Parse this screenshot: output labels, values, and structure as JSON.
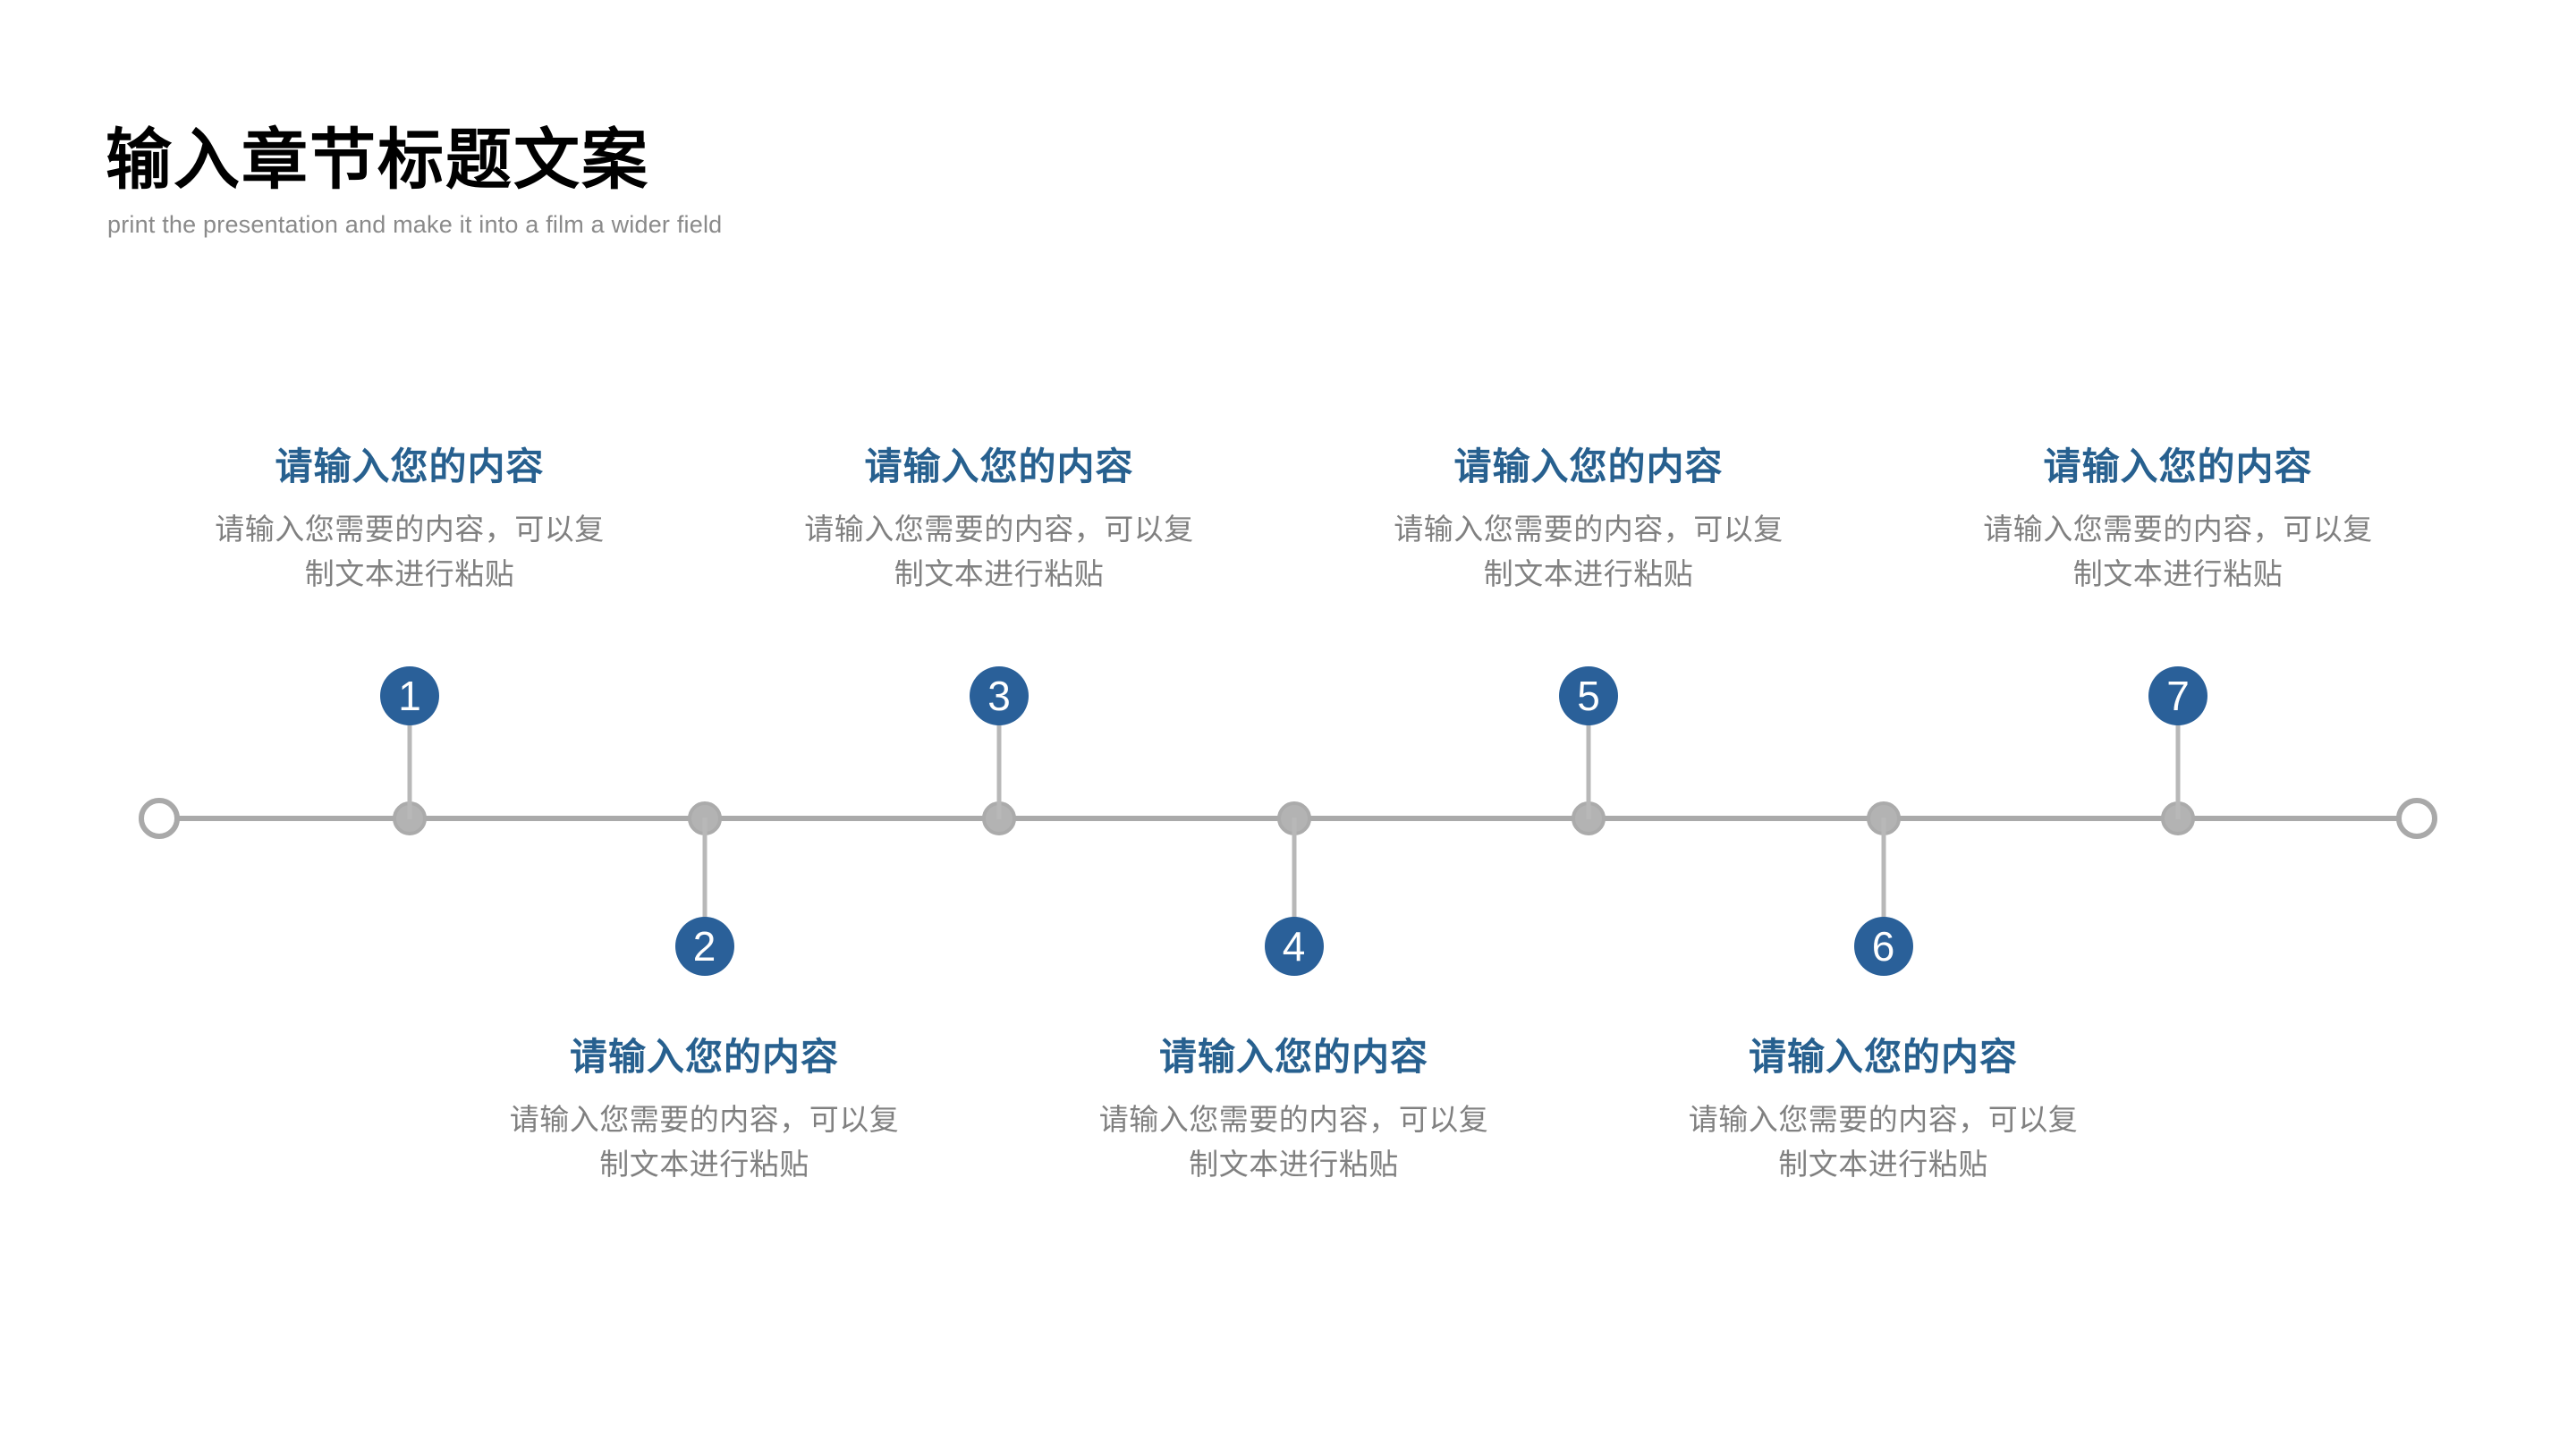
{
  "header": {
    "title": "输入章节标题文案",
    "subtitle": "print the presentation and make it into a film a wider field"
  },
  "colors": {
    "accent_blue": "#2A6099",
    "heading_blue": "#27608F",
    "body_gray": "#808080",
    "line_gray": "#AAAAAA",
    "node_gray": "#B3B3B3",
    "title_black": "#000000",
    "background": "#FFFFFF"
  },
  "timeline": {
    "endpoint_left_label": "timeline-start",
    "endpoint_right_label": "timeline-end",
    "nodes": [
      {
        "number": "1",
        "position": "above",
        "heading": "请输入您的内容",
        "body": "请输入您需要的内容，可以复制文本进行粘贴"
      },
      {
        "number": "2",
        "position": "below",
        "heading": "请输入您的内容",
        "body": "请输入您需要的内容，可以复制文本进行粘贴"
      },
      {
        "number": "3",
        "position": "above",
        "heading": "请输入您的内容",
        "body": "请输入您需要的内容，可以复制文本进行粘贴"
      },
      {
        "number": "4",
        "position": "below",
        "heading": "请输入您的内容",
        "body": "请输入您需要的内容，可以复制文本进行粘贴"
      },
      {
        "number": "5",
        "position": "above",
        "heading": "请输入您的内容",
        "body": "请输入您需要的内容，可以复制文本进行粘贴"
      },
      {
        "number": "6",
        "position": "below",
        "heading": "请输入您的内容",
        "body": "请输入您需要的内容，可以复制文本进行粘贴"
      },
      {
        "number": "7",
        "position": "above",
        "heading": "请输入您的内容",
        "body": "请输入您需要的内容，可以复制文本进行粘贴"
      }
    ]
  }
}
